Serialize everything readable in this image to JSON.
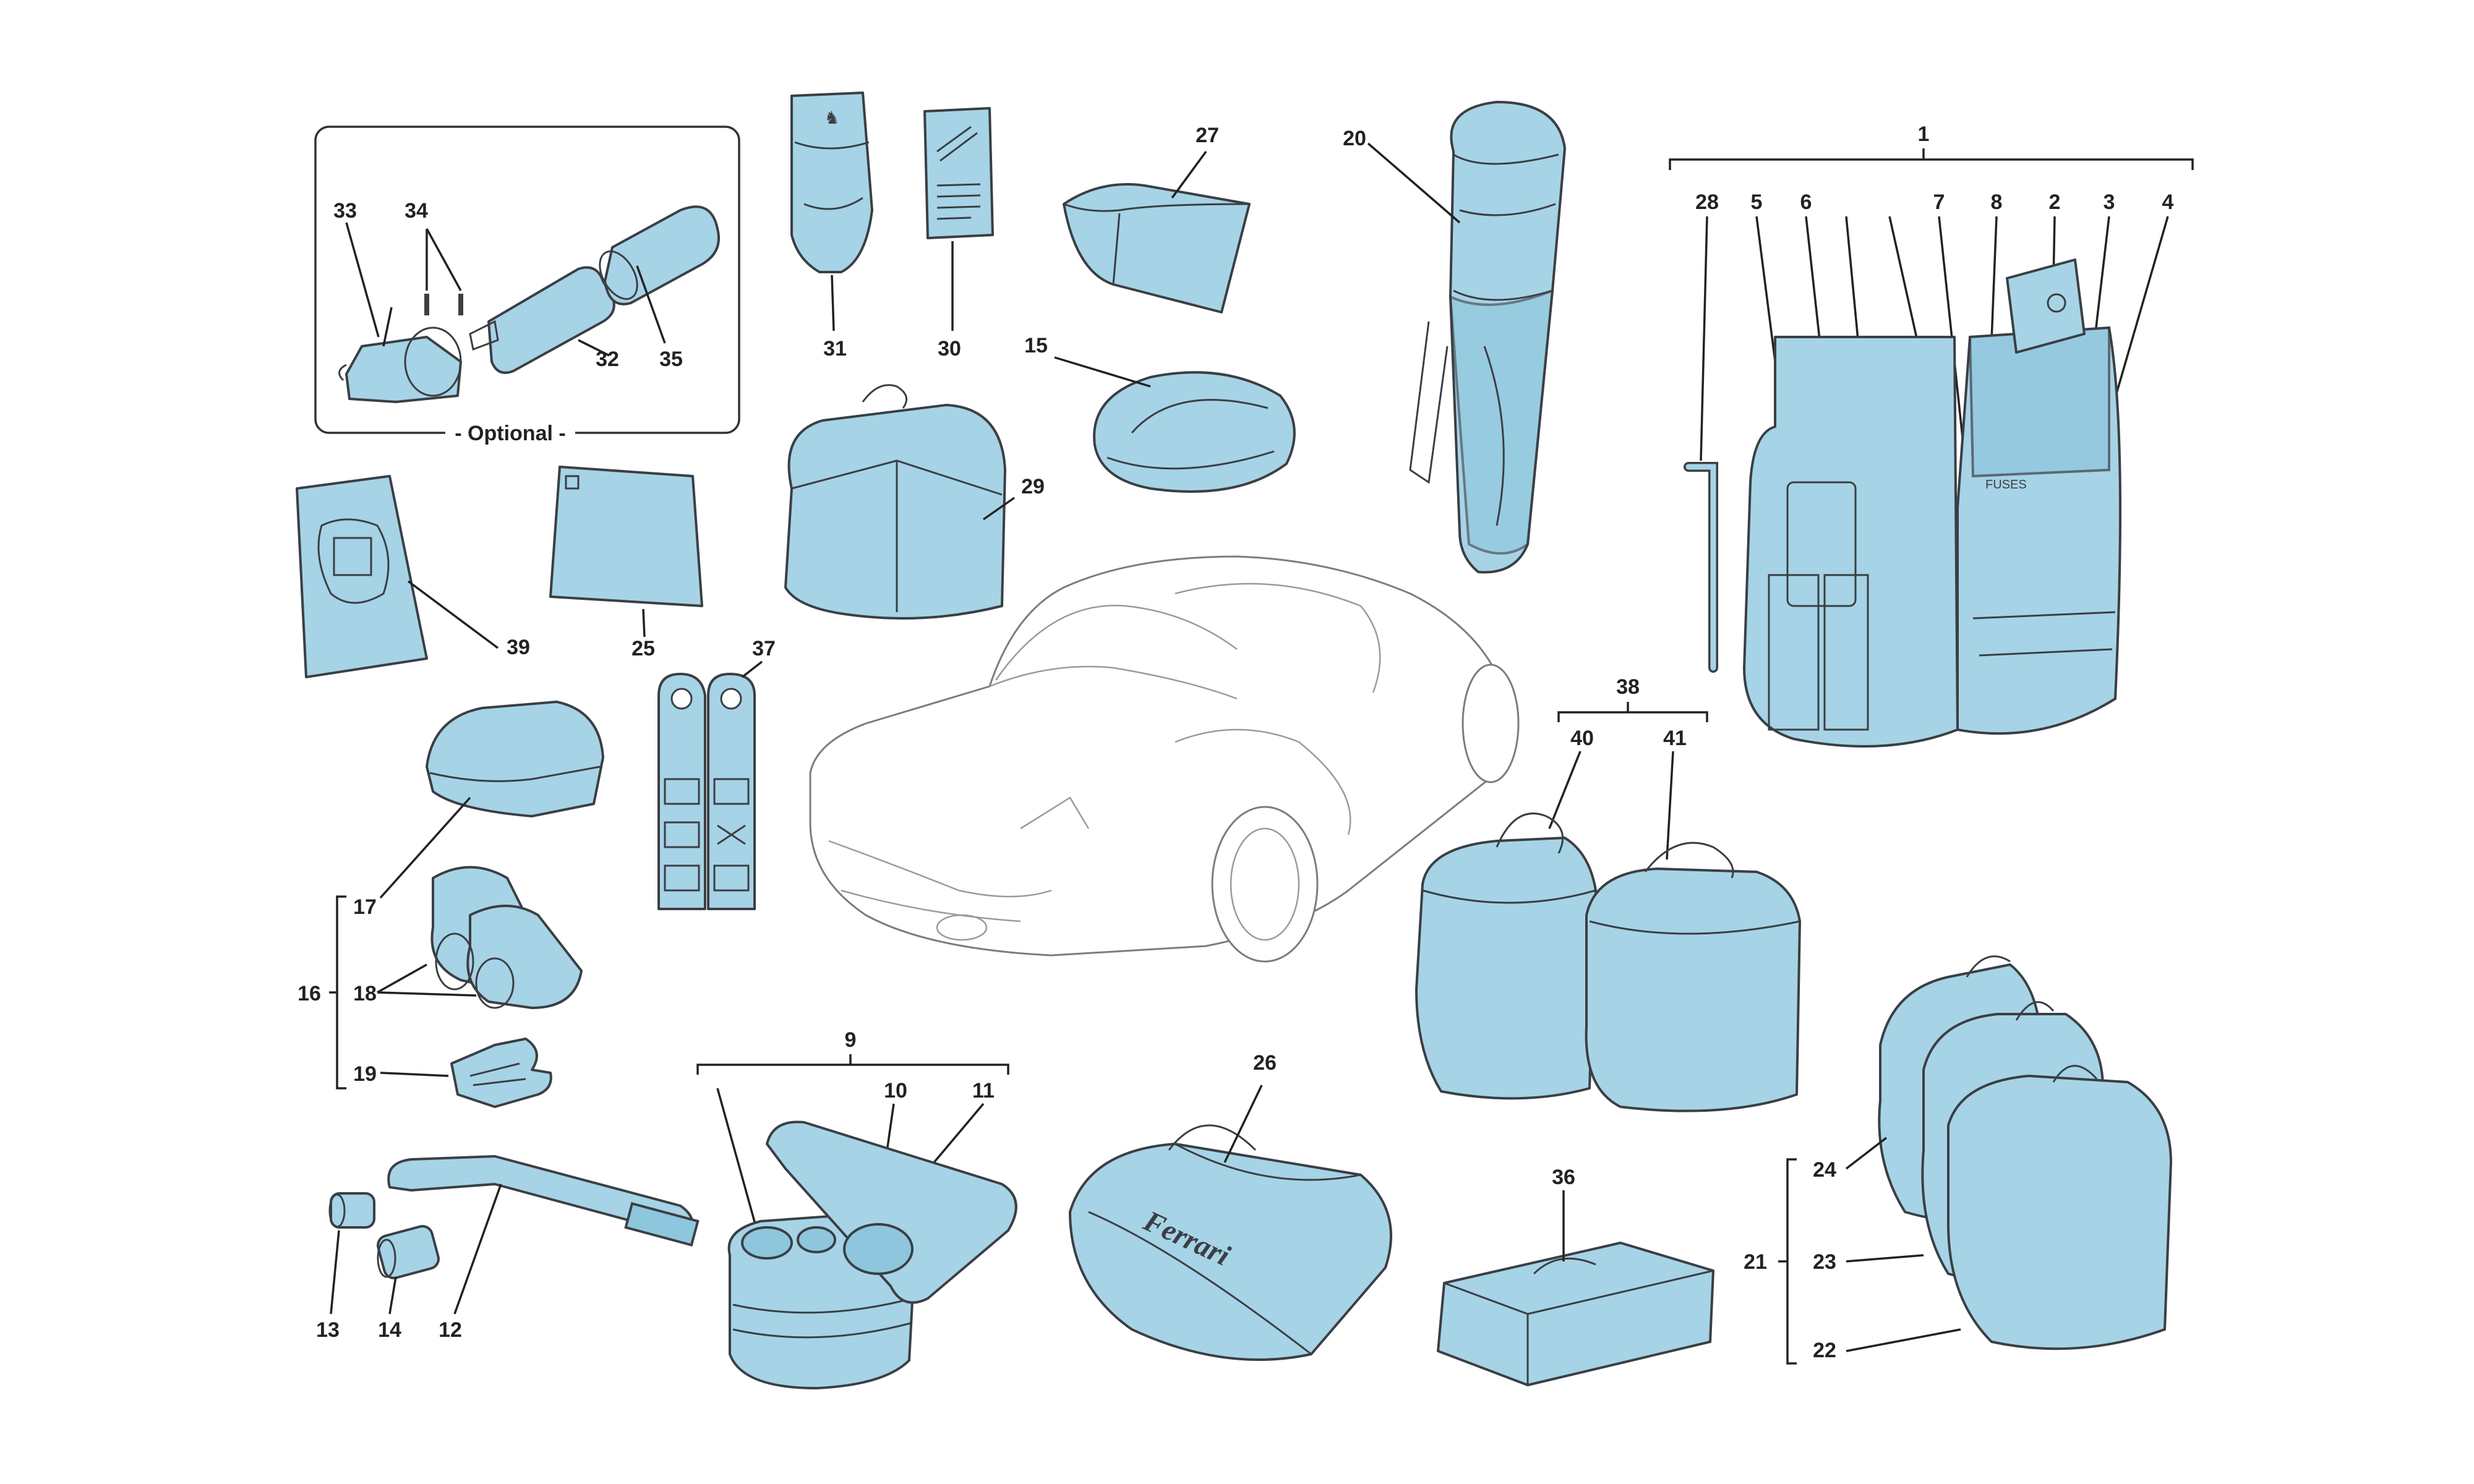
{
  "labels": {
    "l1": "1",
    "l2": "2",
    "l3": "3",
    "l4": "4",
    "l5": "5",
    "l6": "6",
    "l7": "7",
    "l8": "8",
    "l9": "9",
    "l10": "10",
    "l11": "11",
    "l12": "12",
    "l13": "13",
    "l14": "14",
    "l15": "15",
    "l16": "16",
    "l17": "17",
    "l18": "18",
    "l19": "19",
    "l20": "20",
    "l21": "21",
    "l22": "22",
    "l23": "23",
    "l24": "24",
    "l25": "25",
    "l26": "26",
    "l27": "27",
    "l28": "28",
    "l29": "29",
    "l30": "30",
    "l31": "31",
    "l32": "32",
    "l33": "33",
    "l34": "34",
    "l35": "35",
    "l36": "36",
    "l37": "37",
    "l38": "38",
    "l39": "39",
    "l40": "40",
    "l41": "41"
  },
  "optional_caption": "- Optional -",
  "bag_brand": "Ferrari",
  "toolkit_text": "FUSES",
  "colors": {
    "part_fill": "#a7d3e6",
    "outline": "#3a3f44",
    "background": "#ffffff"
  }
}
